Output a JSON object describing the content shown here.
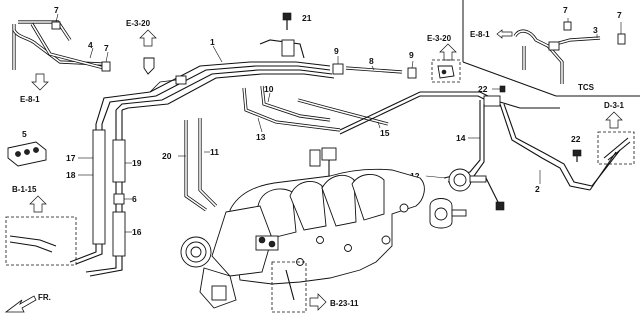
{
  "callouts": {
    "c1": "1",
    "c2": "2",
    "c3": "3",
    "c4": "4",
    "c5": "5",
    "c6": "6",
    "c7a": "7",
    "c7b": "7",
    "c7c": "7",
    "c8": "8",
    "c9a": "9",
    "c9b": "9",
    "c10": "10",
    "c11": "11",
    "c12": "12",
    "c13": "13",
    "c14": "14",
    "c15": "15",
    "c16": "16",
    "c17": "17",
    "c18": "18",
    "c19": "19",
    "c20": "20",
    "c21": "21",
    "c22a": "22",
    "c22b": "22"
  },
  "references": {
    "e81_left": "E-8-1",
    "e320_left": "E-3-20",
    "e320_mid": "E-3-20",
    "e81_right": "E-8-1",
    "d31": "D-3-1",
    "b115": "B-1-15",
    "b2311": "B-23-11"
  },
  "labels": {
    "tcs": "TCS",
    "front": "FR."
  }
}
